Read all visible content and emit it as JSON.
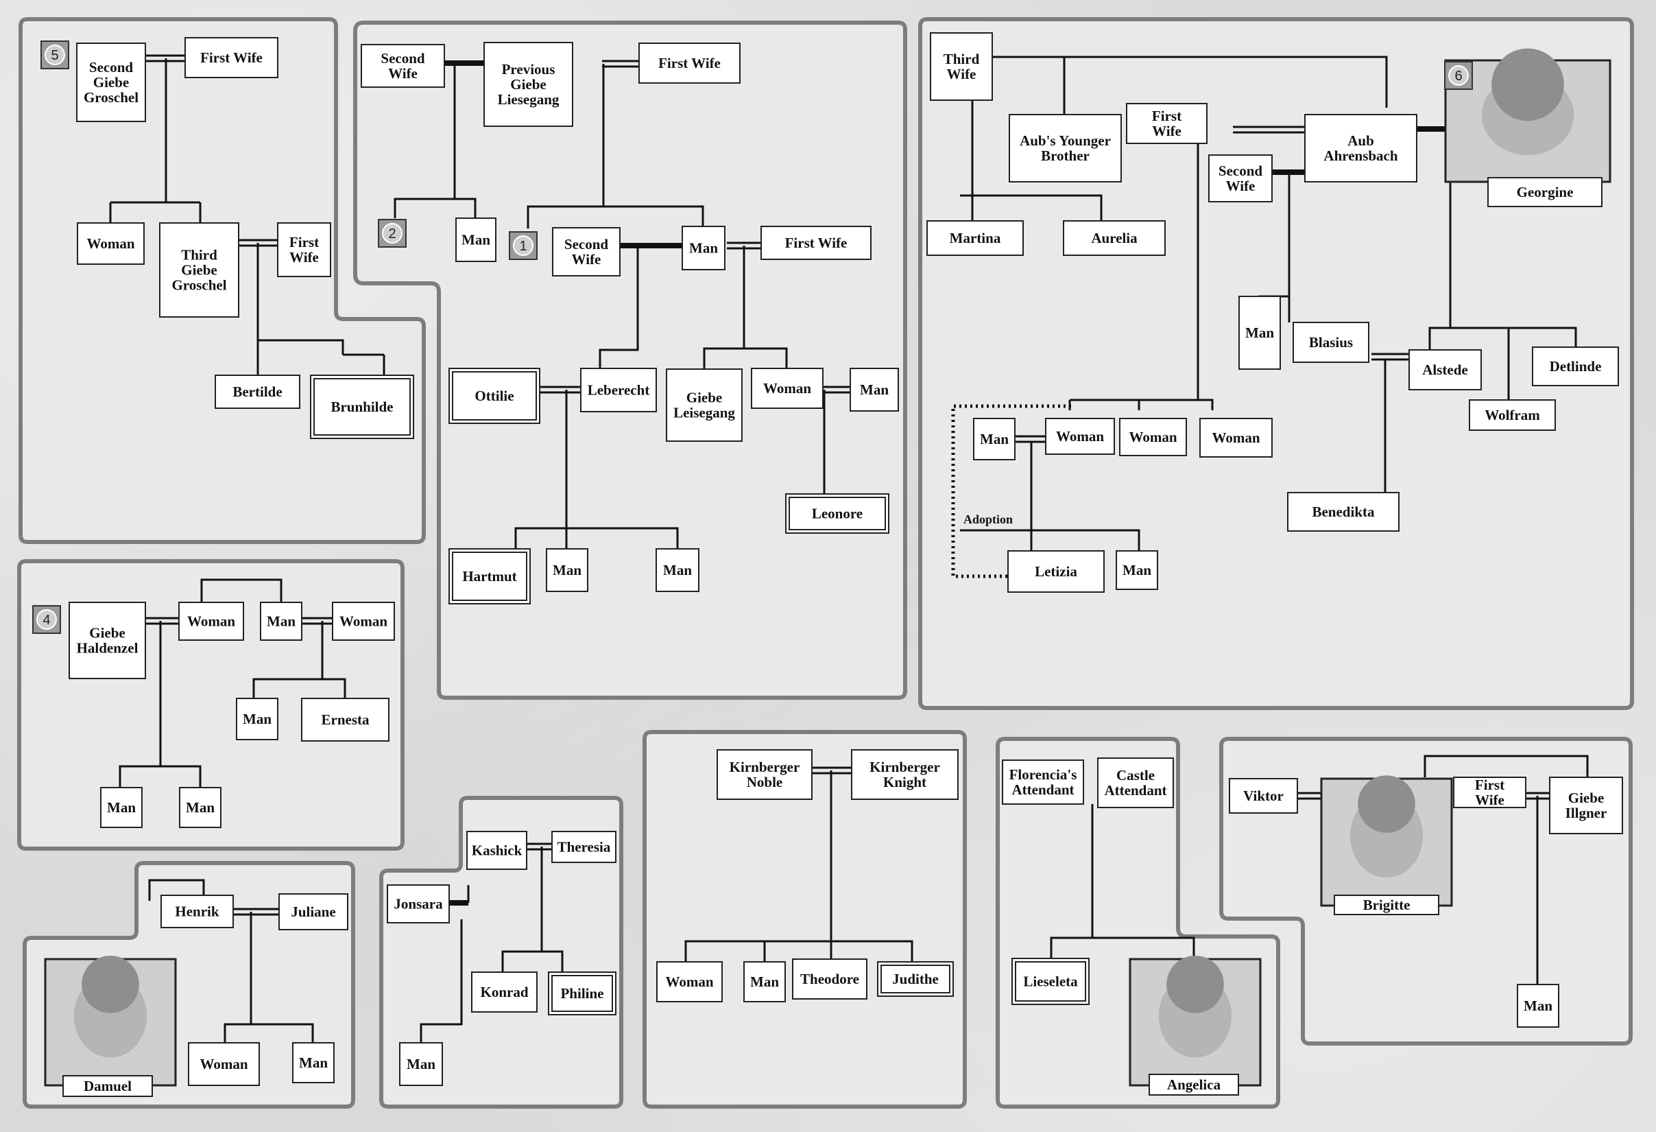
{
  "diagram": {
    "markers": [
      "1",
      "2",
      "4",
      "5",
      "6"
    ],
    "annotations": {
      "adoption": "Adoption"
    },
    "nodes": {
      "second_giebe_groschel": "Second Giebe Groschel",
      "groschel_first_wife": "First Wife",
      "groschel_woman": "Woman",
      "third_giebe_groschel": "Third Giebe Groschel",
      "third_groschel_first_wife": "First Wife",
      "bertilde": "Bertilde",
      "brunhilde": "Brunhilde",
      "liesegang_second_wife": "Second Wife",
      "previous_giebe_liesegang": "Previous Giebe Liesegang",
      "liesegang_first_wife": "First Wife",
      "liesegang_son_a": "Man",
      "man_second_wife": "Second Wife",
      "liesegang_son_b": "Man",
      "man_first_wife": "First Wife",
      "ottilie": "Ottilie",
      "leberecht": "Leberecht",
      "giebe_leisegang": "Giebe Leisegang",
      "liesegang_woman": "Woman",
      "woman_husband": "Man",
      "leonore": "Leonore",
      "hartmut": "Hartmut",
      "ottilie_son_a": "Man",
      "ottilie_son_b": "Man",
      "giebe_haldenzel": "Giebe Haldenzel",
      "haldenzel_wife": "Woman",
      "haldenzel_sibling": "Man",
      "haldenzel_sibling_wife": "Woman",
      "haldenzel_nephew": "Man",
      "ernesta": "Ernesta",
      "haldenzel_son_a": "Man",
      "haldenzel_son_b": "Man",
      "third_wife": "Third Wife",
      "aubs_younger_brother": "Aub's Younger Brother",
      "aub_first_wife": "First Wife",
      "aub_ahrensbach": "Aub Ahrensbach",
      "aub_second_wife": "Second Wife",
      "georgine": "Georgine",
      "martina": "Martina",
      "aurelia": "Aurelia",
      "ahrensbach_man": "Man",
      "blasius": "Blasius",
      "alstede": "Alstede",
      "detlinde": "Detlinde",
      "wolfram": "Wolfram",
      "benedikta": "Benedikta",
      "ahrensbach_man_b": "Man",
      "ahrensbach_woman_a": "Woman",
      "ahrensbach_woman_b": "Woman",
      "ahrensbach_woman_c": "Woman",
      "letizia": "Letizia",
      "letizia_brother": "Man",
      "henrik": "Henrik",
      "juliane": "Juliane",
      "damuel": "Damuel",
      "henrik_woman": "Woman",
      "henrik_man": "Man",
      "kashick": "Kashick",
      "theresia": "Theresia",
      "jonsara": "Jonsara",
      "konrad": "Konrad",
      "philine": "Philine",
      "jonsara_man": "Man",
      "kirnberger_noble": "Kirnberger Noble",
      "kirnberger_knight": "Kirnberger Knight",
      "kirnberger_woman": "Woman",
      "kirnberger_man": "Man",
      "theodore": "Theodore",
      "judithe": "Judithe",
      "florencias_attendant": "Florencia's Attendant",
      "castle_attendant": "Castle Attendant",
      "lieseleta": "Lieseleta",
      "angelica": "Angelica",
      "viktor": "Viktor",
      "brigitte": "Brigitte",
      "illgner_first_wife": "First Wife",
      "giebe_illgner": "Giebe Illgner",
      "illgner_man": "Man"
    }
  }
}
